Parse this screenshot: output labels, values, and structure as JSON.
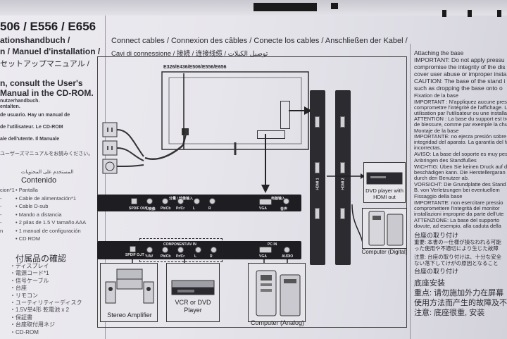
{
  "left_column": {
    "model_title": "506 / E556 / E656",
    "lines": [
      "ationshandbuch /",
      "n / Manuel d'installation /",
      "セットアップマニュアル /",
      "n, consult the User's",
      " Manual in the CD-ROM.",
      "nutzerhandbuch.",
      "entalten.",
      "de usuario. Hay un manual de",
      "de l'utilisateur. Le CD-ROM",
      "ale dell'utente. Il Manuale",
      "ユーザーズマニュアルをお読みください。",
      "المستخدم على المحتويات"
    ],
    "contenido_heading": "Contenido",
    "contenido_items": [
      "• Pantalla",
      "• Cable de alimentación*1",
      "• Cable D-sub",
      "• Mando a distancia",
      "• 2 pilas de 1.5 V tamaño AAA",
      "• 1 manual de configuración",
      "• CD ROM"
    ],
    "left_margin_items": [
      "cion*1",
      "-",
      "-",
      "",
      "-",
      "-",
      "n"
    ],
    "jp_heading": "付属品の確認",
    "jp_items": [
      "・ディスプレイ",
      "・電源コード*1",
      "・信号ケーブル",
      "・台座",
      "・リモコン",
      "・ユーティリティーディスク",
      "・1.5V単4形 乾電池 x 2",
      "・保証書",
      "・台座取付用ネジ",
      "・CD-ROM"
    ]
  },
  "center": {
    "title_line1": "Connect cables / Connexion des câbles / Conecte los cables / Anschließen der Kabel /",
    "title_line2": "Cavi di connessione / 接続 / 连接线缆 / توصيل الكبلات",
    "monitor_models": "E326/E436/E506/E556/E656",
    "panel_top_ports": [
      "SPDIF OUT",
      "Y/映像",
      "Pb/Cb",
      "Pr/Cr",
      "L",
      "R",
      "VGA",
      "音声"
    ],
    "panel_top_group_labels": [
      "分量 / 映像输入",
      "电脑输入"
    ],
    "panel_bottom_ports": [
      "SPDIF OUT",
      "Y/AV",
      "Pb/Cb",
      "Pr/Cr",
      "L",
      "R",
      "VGA",
      "AUDIO"
    ],
    "panel_bottom_group_labels": [
      "COMPONENT/AV IN",
      "PC IN"
    ],
    "devices": {
      "stereo": "Stereo Amplifier",
      "vcr": "VCR or DVD Player",
      "computer_analog": "Computer (Analog)",
      "dvd_hdmi": "DVD player with HDMI out",
      "computer_digital": "Computer (Digital)"
    },
    "side_strip_labels": [
      "HDMI 1",
      "HDMI 2"
    ]
  },
  "right_column": {
    "lines": [
      "Attaching the base",
      "IMPORTANT: Do not apply pressu",
      "compromise the integrity of the dis",
      "cover user abuse or improper insta",
      "CAUTION: The base of the stand i",
      "such as dropping the base onto o",
      "Fixation de la base",
      "IMPORTANT : N'appliquez aucune pressi",
      "compromettre l'intégrité de l'affichage. La",
      "utilisation par l'utilisateur ou une installati",
      "ATTENTION : La base du support est trè",
      "de blessure, comme par exemple la chut",
      "Montaje de la base",
      "IMPORTANTE: no ejerza presión sobre",
      "integridad del aparato. La garantía del fa",
      "incorrectas.",
      "AVISO: La base del soporte es muy pes",
      "Anbringen des Standfußes",
      "WICHTIG: Üben Sie keinen Druck auf d",
      "beschädigen kann. Die Herstellergaran",
      "durch den Benutzer ab.",
      "VORSICHT: Die Grundplatte des Stand",
      "B. von Verletzungen bei eventuellem",
      "Fissaggio della base",
      "IMPORTANTE: non esercitare pressio",
      "compromettere l'integrità del monitor",
      "installazioni improprie da parte dell'ute",
      "ATTENZIONE: La base del supporto",
      "dovute, ad esempio, alla caduta della",
      "台座の取り付け",
      "重要: 本書の一仕様が損なわれる可能",
      "った使用や不適切により生じた故障",
      "注意: 台座の取り付けは、十分な安全",
      "ない落下してけがの原因となること",
      "台座の取り付け",
      "底座安装",
      "重点:  请勿施加外力在屏幕",
      "使用方法而产生的故障及不",
      "注意:  底座很重, 安装"
    ]
  },
  "colors": {
    "paper": "#e7e6ec",
    "panel": "#1e1e22",
    "ink": "#2a2a30"
  }
}
